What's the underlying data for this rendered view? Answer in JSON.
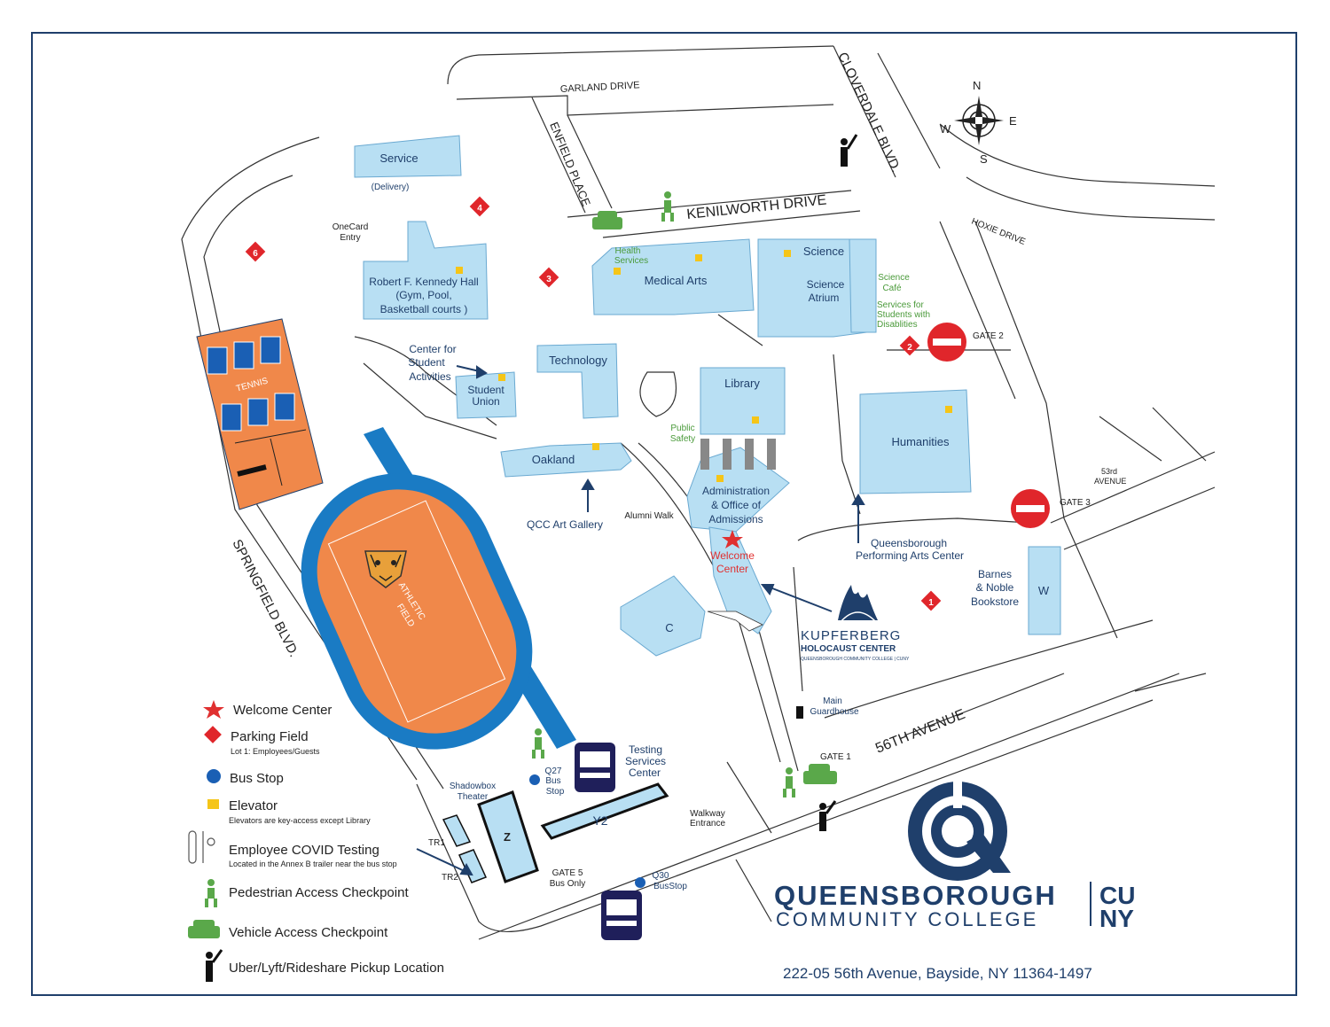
{
  "streets": {
    "garland": "GARLAND DRIVE",
    "enfield": "ENFIELD PLACE",
    "cloverdale": "CLOVERDALE BLVD.",
    "kenilworth": "KENILWORTH DRIVE",
    "hoxie": "HOXIE DRIVE",
    "springfield": "SPRINGFIELD BLVD.",
    "avenue56": "56TH AVENUE",
    "ave53_line1": "53rd",
    "ave53_line2": "AVENUE"
  },
  "compass": {
    "n": "N",
    "e": "E",
    "s": "S",
    "w": "W"
  },
  "buildings": {
    "service": "Service",
    "delivery": "(Delivery)",
    "onecard1": "OneCard",
    "onecard2": "Entry",
    "rfk1": "Robert F. Kennedy Hall",
    "rfk2": "(Gym, Pool,",
    "rfk3": "Basketball courts )",
    "health1": "Health",
    "health2": "Services",
    "medical": "Medical Arts",
    "science": "Science",
    "atrium1": "Science",
    "atrium2": "Atrium",
    "cafe1": "Science",
    "cafe2": "Café",
    "sswd1": "Services for",
    "sswd2": "Students with",
    "sswd3": "Disablities",
    "csa1": "Center for",
    "csa2": "Student",
    "csa3": "Activities",
    "union1": "Student",
    "union2": "Union",
    "technology": "Technology",
    "library": "Library",
    "safety1": "Public",
    "safety2": "Safety",
    "humanities": "Humanities",
    "oakland": "Oakland",
    "gallery": "QCC Art Gallery",
    "alumni": "Alumni Walk",
    "admin1": "Administration",
    "admin2": "& Office of",
    "admin3": "Admissions",
    "welcome1": "Welcome",
    "welcome2": "Center",
    "qpac1": "Queensborough",
    "qpac2": "Performing Arts Center",
    "bn1": "Barnes",
    "bn2": "& Noble",
    "bn3": "Bookstore",
    "w": "W",
    "c": "C",
    "kupf1": "KUPFERBERG",
    "kupf2": "HOLOCAUST CENTER",
    "kupf3": "QUEENSBOROUGH COMMUNITY COLLEGE | CUNY",
    "guard1": "Main",
    "guard2": "Guardhouse",
    "testing1": "Testing",
    "testing2": "Services",
    "testing3": "Center",
    "shadow1": "Shadowbox",
    "shadow2": "Theater",
    "z": "Z",
    "y2": "Y2",
    "tr1": "TR1",
    "tr2": "TR2",
    "walkway1": "Walkway",
    "walkway2": "Entrance",
    "q27_1": "Q27",
    "q27_2": "Bus",
    "q27_3": "Stop",
    "q30_1": "Q30",
    "q30_2": "BusStop",
    "gate5_1": "GATE 5",
    "gate5_2": "Bus Only",
    "tennis": "TENNIS",
    "athletic1": "ATHLETIC",
    "athletic2": "FIELD"
  },
  "gates": {
    "gate1": "GATE 1",
    "gate2": "GATE 2",
    "gate3": "GATE 3"
  },
  "parking": {
    "p1": "1",
    "p2": "2",
    "p3": "3",
    "p4": "4",
    "p6": "6"
  },
  "legend": {
    "welcome": "Welcome Center",
    "parking": "Parking Field",
    "parking_sub": "Lot 1: Employees/Guests",
    "bus": "Bus Stop",
    "elevator": "Elevator",
    "elevator_sub": "Elevators are key-access except Library",
    "covid": "Employee COVID Testing",
    "covid_sub": "Located in the Annex B trailer near the bus stop",
    "pedestrian": "Pedestrian Access Checkpoint",
    "vehicle": "Vehicle Access Checkpoint",
    "rideshare": "Uber/Lyft/Rideshare Pickup Location"
  },
  "brand": {
    "line1": "QUEENSBOROUGH",
    "line2": "COMMUNITY COLLEGE",
    "cu": "CU",
    "ny": "NY",
    "address": "222-05 56th Avenue, Bayside, NY 11364-1497"
  },
  "colors": {
    "navy": "#1f3f6b",
    "building": "#b8dff3",
    "parking": "#e0262b",
    "checkpoint": "#5aa84a",
    "elevator": "#f5c518",
    "field": "#f0884a",
    "track": "#1a7bc4"
  }
}
